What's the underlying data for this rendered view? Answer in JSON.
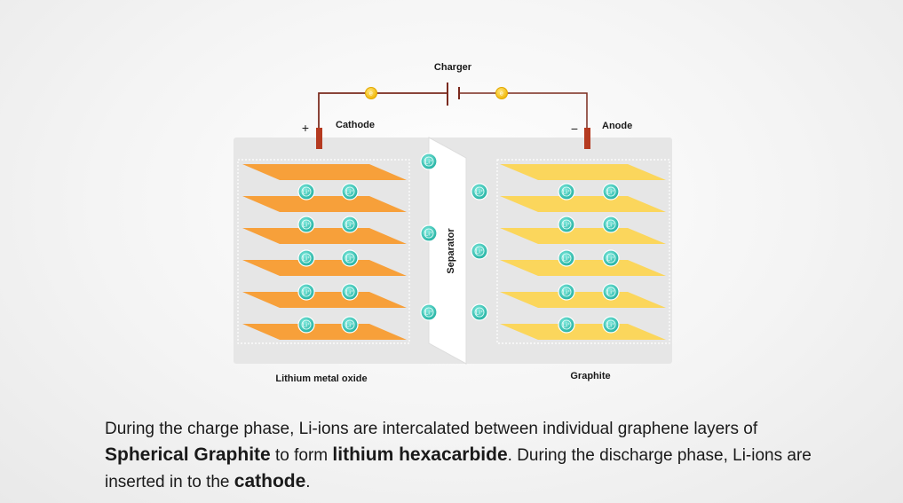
{
  "labels": {
    "charger": "Charger",
    "plus": "+",
    "minus": "−",
    "cathode": "Cathode",
    "anode": "Anode",
    "separator": "Separator",
    "left_material": "Lithium metal oxide",
    "right_material": "Graphite",
    "ion": "Li⁺",
    "electron": "e"
  },
  "caption": {
    "p1": "During the charge phase, Li-ions are intercalated between individual graphene layers of ",
    "b1": "Spherical Graphite",
    "p2": " to form ",
    "b2": "lithium hexacarbide",
    "p3": ". During the discharge phase, Li-ions are inserted in to the ",
    "b3": "cathode",
    "p4": "."
  },
  "colors": {
    "cathode_layer": "#f7a03a",
    "anode_layer": "#fbd65c",
    "ion": "#2ec4b6",
    "electron": "#f5c21b",
    "wire": "#7a2a1e",
    "electrode": "#b53a20",
    "cell": "#e6e6e6"
  }
}
